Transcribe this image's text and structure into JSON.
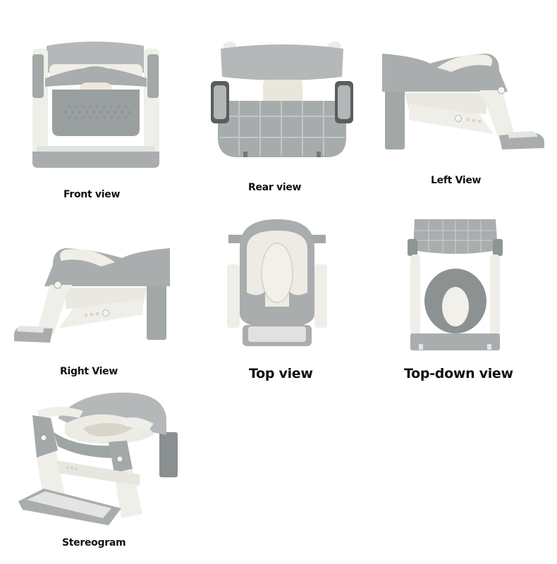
{
  "page": {
    "background": "#ffffff",
    "product": "Children's potty training seat with ladder step",
    "colors": {
      "gray": "#a9adad",
      "gray_dark": "#8e9393",
      "gray_light": "#c4c8c8",
      "white_part": "#efefe9",
      "cream": "#e7e4da",
      "label_text": "#111111"
    }
  },
  "views": [
    {
      "id": "front",
      "label": "Front view"
    },
    {
      "id": "rear",
      "label": "Rear view"
    },
    {
      "id": "left",
      "label": "Left View"
    },
    {
      "id": "right",
      "label": "Right View"
    },
    {
      "id": "top",
      "label": "Top view"
    },
    {
      "id": "top_down",
      "label": "Top-down view"
    },
    {
      "id": "stereogram",
      "label": "Stereogram"
    }
  ]
}
